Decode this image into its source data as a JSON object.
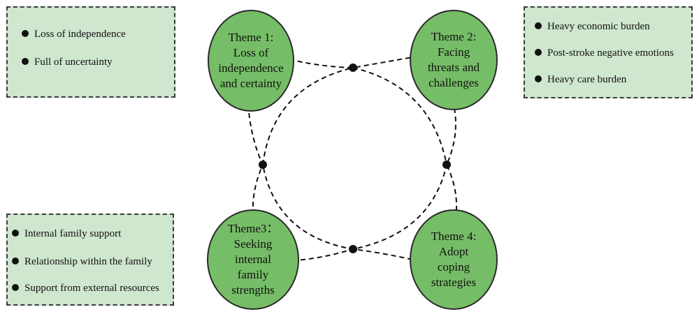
{
  "themes": [
    {
      "label": "Theme 1:\nLoss of\nindependence\nand certainty"
    },
    {
      "label": "Theme 2:\nFacing\nthreats and\nchallenges"
    },
    {
      "label": "Theme3：\nSeeking\ninternal\nfamily\nstrengths"
    },
    {
      "label": "Theme 4:\nAdopt\ncoping\nstrategies"
    }
  ],
  "boxes": {
    "top_left": [
      "Loss of independence",
      "Full of uncertainty"
    ],
    "top_right": [
      "Heavy economic burden",
      "Post-stroke negative emotions",
      "Heavy care burden"
    ],
    "bottom_left": [
      "Internal family support",
      "Relationship within the family",
      "Support from external resources"
    ]
  },
  "colors": {
    "theme_fill": "#76bd67",
    "box_fill": "#cfe6cf",
    "line": "#111111"
  }
}
